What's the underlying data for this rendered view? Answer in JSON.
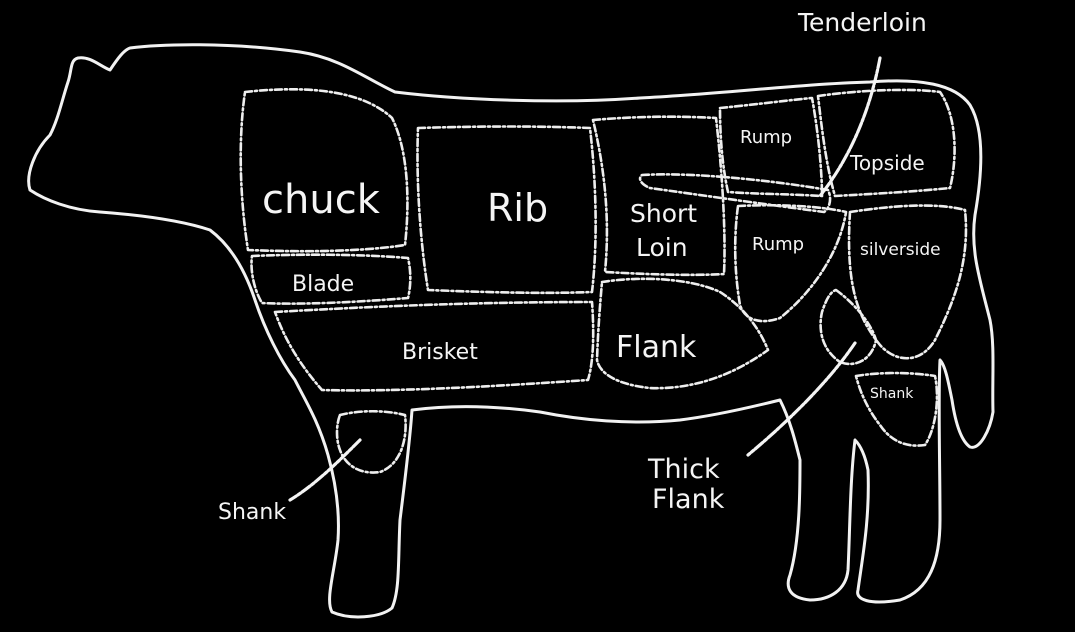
{
  "colors": {
    "background": "#000000",
    "chalk": "#f2f2f2"
  },
  "labels": {
    "chuck": "chuck",
    "rib": "Rib",
    "short_loin_1": "Short",
    "short_loin_2": "Loin",
    "rump_top": "Rump",
    "topside": "Topside",
    "rump_mid": "Rump",
    "silverside": "silverside",
    "blade": "Blade",
    "brisket": "Brisket",
    "flank": "Flank",
    "shank_hind": "Shank",
    "tenderloin": "Tenderloin",
    "thick_flank_1": "Thick",
    "thick_flank_2": "Flank",
    "shank_fore": "Shank"
  }
}
